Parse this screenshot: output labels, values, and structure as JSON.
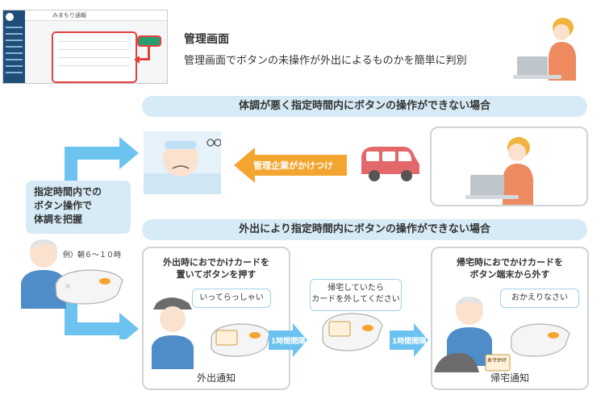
{
  "header": {
    "title": "管理画面",
    "description": "管理画面でボタンの未操作が外出によるものかを簡単に判別"
  },
  "admin_screenshot": {
    "app_name": "みまもり通報"
  },
  "banner_sick": "体調が悪く指定時間内にボタンの操作ができない場合",
  "banner_out": "外出により指定時間内にボタンの操作ができない場合",
  "rush_label": "管理企業がかけつけ",
  "left_panel": {
    "lines": [
      "指定時間内での",
      "ボタン操作で",
      "体調を把握"
    ],
    "example": "例）朝６～１０時"
  },
  "step_out": {
    "title_lines": [
      "外出時におでかけカードを",
      "置いてボタンを押す"
    ],
    "speech": "いってらっしゃい",
    "footer": "外出通知"
  },
  "interval_labels": [
    "1時間間隔",
    "1時間間隔"
  ],
  "middle_prompt": {
    "lines": [
      "帰宅していたら",
      "カードを外してください"
    ]
  },
  "step_home": {
    "title_lines": [
      "帰宅時におでかけカードを",
      "ボタン端末から外す"
    ],
    "speech": "おかえりなさい",
    "footer": "帰宅通知"
  },
  "card_label": "おでかけ",
  "colors": {
    "banner": "#d6ebf6",
    "arrow_blue": "#6cc3ef",
    "rush_orange": "#f4a530",
    "highlight_red": "#e2413d",
    "box_border": "#cfd3d6"
  }
}
